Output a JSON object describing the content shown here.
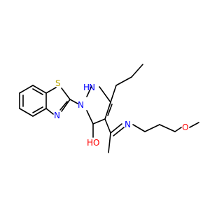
{
  "atoms": {
    "s": {
      "text": "S",
      "color": "#b8a400"
    },
    "n_thiazole": {
      "text": "N",
      "color": "#0000ff"
    },
    "n1": {
      "text": "N",
      "color": "#0000ff"
    },
    "nh": {
      "text": "H",
      "color": "#0000ff"
    },
    "nh_n": {
      "text": "N",
      "color": "#0000ff"
    },
    "ho": {
      "text": "HO",
      "color": "#ff0000"
    },
    "n_imine": {
      "text": "N",
      "color": "#0000ff"
    },
    "o_ether": {
      "text": "O",
      "color": "#ff0000"
    }
  },
  "colors": {
    "bond": "#000000",
    "background": "#ffffff"
  }
}
